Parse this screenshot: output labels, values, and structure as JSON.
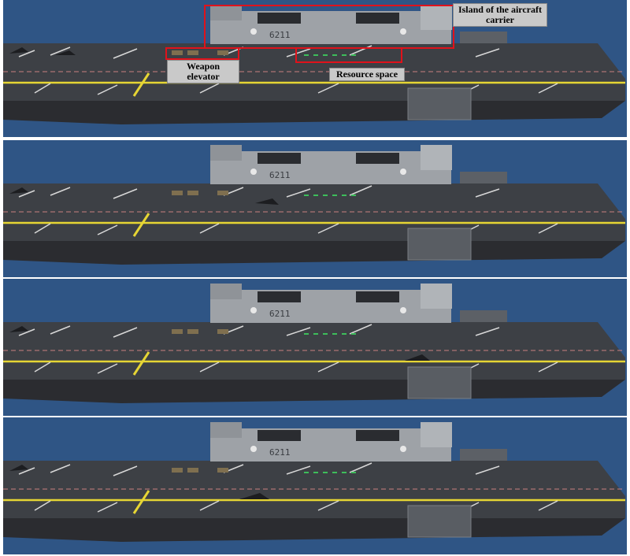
{
  "figure": {
    "frames": [
      {
        "id": 1,
        "hull_number": "6211"
      },
      {
        "id": 2,
        "hull_number": "6211"
      },
      {
        "id": 3,
        "hull_number": "6211"
      },
      {
        "id": 4,
        "hull_number": "6211"
      }
    ],
    "annotations": {
      "island": "Island of the aircraft carrier",
      "weapon_elevator": "Weapon elevator",
      "resource_space": "Resource space"
    },
    "colors": {
      "sky": "#2f5585",
      "deck": "#3d4045",
      "hull": "#2b2c30",
      "island": "#9ea2a7",
      "yellow_line": "#e6d534",
      "highlight": "#e0121b",
      "label_bg": "#c9c9c9"
    }
  }
}
